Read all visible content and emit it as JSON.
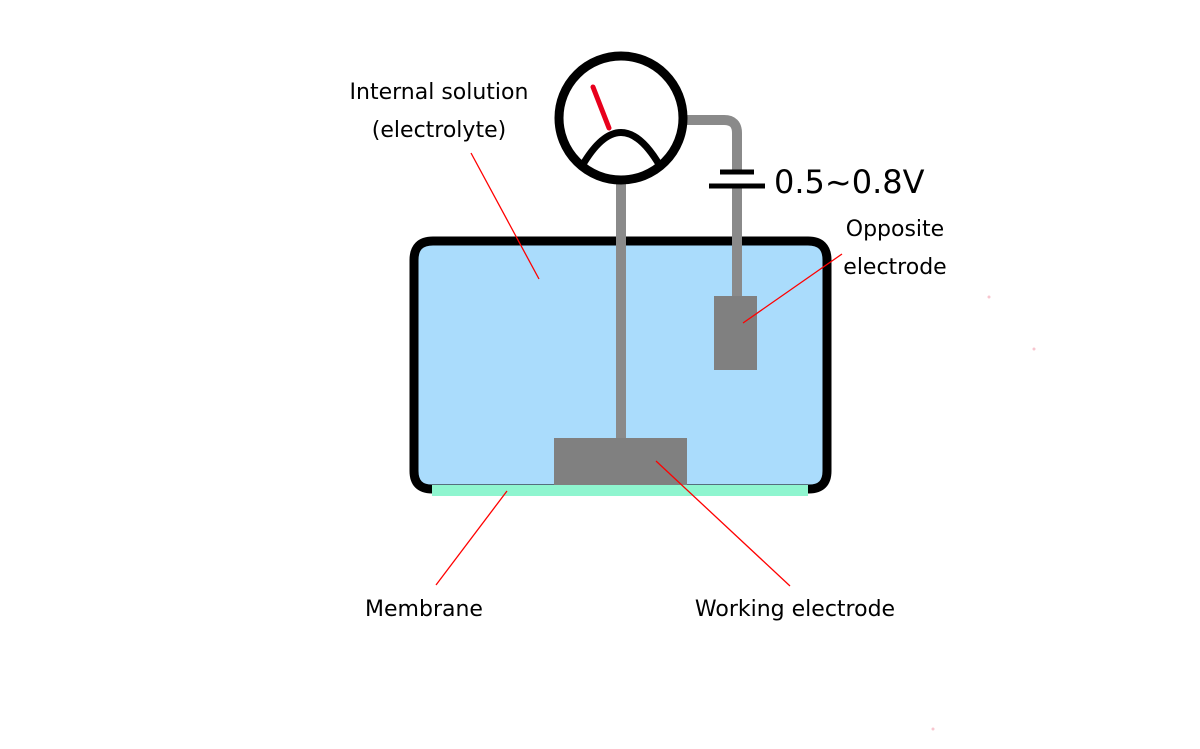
{
  "labels": {
    "internal_solution_line1": "Internal solution",
    "internal_solution_line2": "(electrolyte)",
    "voltage": "0.5~0.8V",
    "opposite_electrode_line1": "Opposite",
    "opposite_electrode_line2": "electrode",
    "membrane": "Membrane",
    "working_electrode": "Working electrode"
  },
  "colors": {
    "solution": "#aadcfc",
    "membrane": "#8ff5cf",
    "electrode": "#808080",
    "wire": "#8a8a8a",
    "outline": "#000000",
    "needle": "#e8001c",
    "leader_line": "#ff0000"
  }
}
